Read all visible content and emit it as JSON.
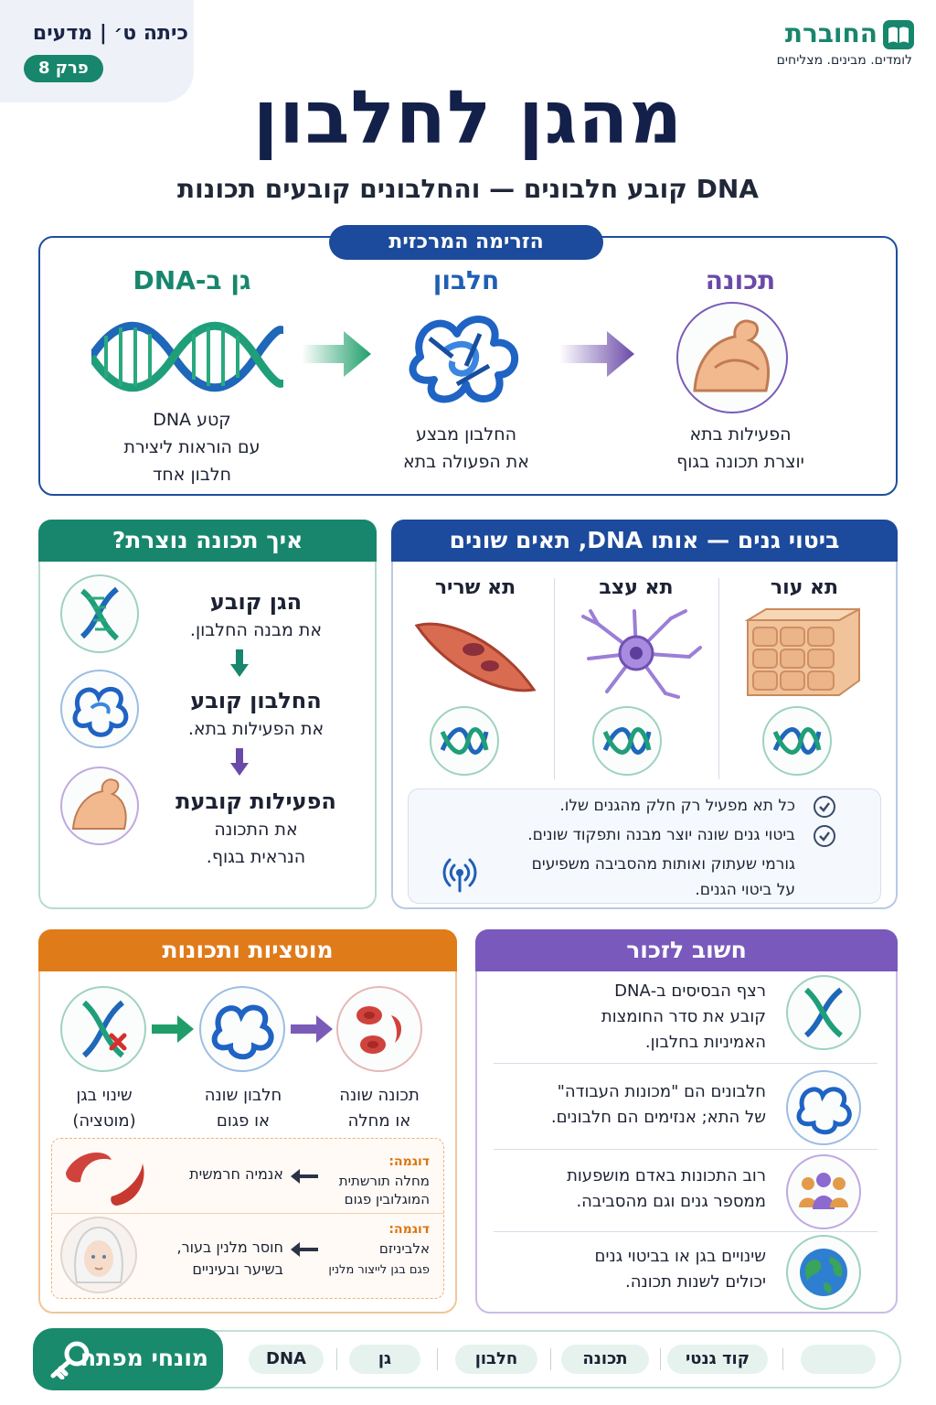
{
  "header": {
    "subject_grade": "כיתה ט׳ | מדעים",
    "chapter": "פרק 8",
    "logo_name": "החוברת",
    "logo_tagline": "לומדים. מבינים. מצליחים",
    "title": "מהגן לחלבון",
    "subtitle": "DNA קובע חלבונים — והחלבונים קובעים תכונות"
  },
  "flow": {
    "heading": "הזרימה המרכזית",
    "columns": [
      {
        "title": "גן ב-DNA",
        "lines": [
          "קטע DNA",
          "עם הוראות ליצירת",
          "חלבון אחד"
        ],
        "color": "#17866c"
      },
      {
        "title": "חלבון",
        "lines": [
          "החלבון מבצע",
          "את הפעולה בתא"
        ],
        "color": "#1f5fb4"
      },
      {
        "title": "תכונה",
        "lines": [
          "הפעילות בתא",
          "יוצרת תכונה בגוף"
        ],
        "color": "#6a4aa8"
      }
    ]
  },
  "how": {
    "heading": "איך תכונה נוצרת?",
    "steps": [
      {
        "title": "הגן קובע",
        "lines": [
          "את מבנה החלבון."
        ]
      },
      {
        "title": "החלבון קובע",
        "lines": [
          "את הפעילות בתא."
        ]
      },
      {
        "title": "הפעילות קובעת",
        "lines": [
          "את התכונה",
          "הנראית בגוף."
        ]
      }
    ]
  },
  "expression": {
    "heading": "ביטוי גנים — אותו DNA, תאים שונים",
    "cells": [
      "תא עור",
      "תא עצב",
      "תא שריר"
    ],
    "bullets": [
      "כל תא מפעיל רק חלק מהגנים שלו.",
      "ביטוי גנים שונה יוצר מבנה ותפקוד שונים.",
      "גורמי שעתוק ואותות מהסביבה משפיעים",
      "על ביטוי הגנים."
    ]
  },
  "mutations": {
    "heading": "מוטציות ותכונות",
    "stages": [
      {
        "lines": [
          "שינוי בגן",
          "(מוטציה)"
        ]
      },
      {
        "lines": [
          "חלבון שונה",
          "או פגום"
        ]
      },
      {
        "lines": [
          "תכונה שונה",
          "או מחלה"
        ]
      }
    ],
    "examples": [
      {
        "label": "דוגמה:",
        "name": "מחלה תורשתית",
        "detail": "המוגלובין פגום",
        "result": [
          "אנמיה חרמשית"
        ]
      },
      {
        "label": "דוגמה:",
        "name": "אלביניזם",
        "detail": "פגם בגן לייצור מלנין",
        "result": [
          "חוסר מלנין בעור,",
          "בשיער ובעיניים"
        ]
      }
    ]
  },
  "remember": {
    "heading": "חשוב לזכור",
    "items": [
      {
        "lines": [
          "רצף הבסיסים ב-DNA",
          "קובע את סדר החומצות",
          "האמיניות בחלבון."
        ]
      },
      {
        "lines": [
          "חלבונים הם \"מכונות העבודה\"",
          "של התא; אנזימים הם חלבונים."
        ]
      },
      {
        "lines": [
          "רוב התכונות באדם מושפעות",
          "ממספר גנים וגם מהסביבה."
        ]
      },
      {
        "lines": [
          "שינויים בגן או בביטוי גנים",
          "יכולים לשנות תכונה."
        ]
      }
    ]
  },
  "terms": {
    "heading": "מונחי מפתח",
    "items": [
      "DNA",
      "גן",
      "חלבון",
      "תכונה",
      "קוד גנטי"
    ]
  },
  "colors": {
    "green": "#17866c",
    "blue": "#1c4a9c",
    "purple": "#6a4aa8",
    "orange": "#e07b1a"
  }
}
